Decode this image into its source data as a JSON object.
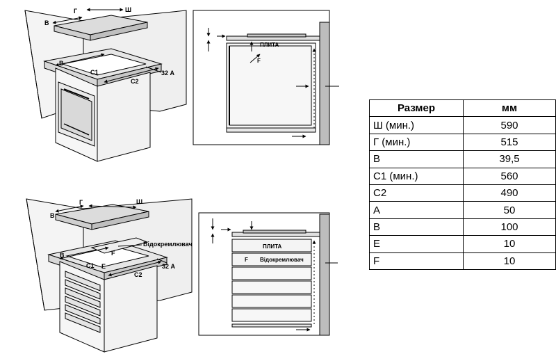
{
  "diagrams": {
    "top_iso": {
      "labels": {
        "sh": "Ш",
        "g": "Г",
        "v_top": "В",
        "v_mid": "В",
        "c1": "С1",
        "c2": "С2",
        "a": "32 А"
      }
    },
    "top_section": {
      "labels": {
        "plate": "ПЛИТА",
        "f": "F"
      }
    },
    "bottom_iso": {
      "labels": {
        "sh": "Ш",
        "g": "Г",
        "v_top": "В",
        "v_mid": "В",
        "c1": "С1",
        "c2": "С2",
        "e": "Е",
        "f": "F",
        "a": "32 А",
        "separator": "Відокремлювач"
      }
    },
    "bottom_section": {
      "labels": {
        "plate": "ПЛИТА",
        "f": "F",
        "separator": "Відокремлювач"
      }
    }
  },
  "table": {
    "headers": [
      "Размер",
      "мм"
    ],
    "rows": [
      {
        "name": "Ш (мин.)",
        "value": "590"
      },
      {
        "name": "Г (мин.)",
        "value": "515"
      },
      {
        "name": "В",
        "value": "39,5"
      },
      {
        "name": "С1 (мин.)",
        "value": "560"
      },
      {
        "name": "С2",
        "value": "490"
      },
      {
        "name": "А",
        "value": "50"
      },
      {
        "name": "В",
        "value": "100"
      },
      {
        "name": "Е",
        "value": "10"
      },
      {
        "name": "F",
        "value": "10"
      }
    ]
  },
  "colors": {
    "line": "#000000",
    "wall": "#bdbdbd",
    "cabinet_side": "#f2f2f2",
    "worktop": "#e6e6e6",
    "hob": "#dcdcdc"
  }
}
